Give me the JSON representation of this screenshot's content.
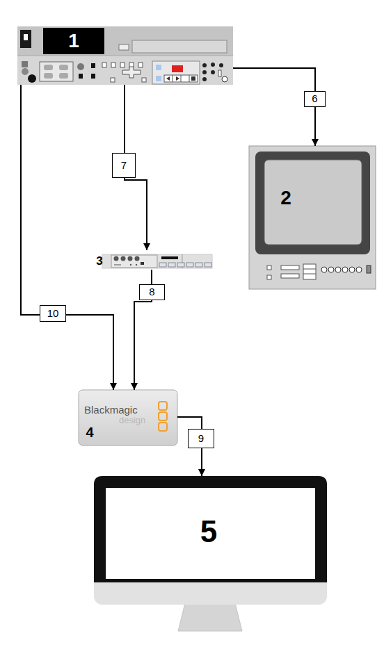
{
  "diagram": {
    "nodes": [
      {
        "text": [
          "1"
        ]
      },
      {
        "text": [
          "2"
        ]
      },
      {
        "text": [
          "3"
        ]
      },
      {
        "text": [
          "Blackmagic",
          "design",
          "4"
        ]
      },
      {
        "text": [
          "5"
        ]
      }
    ],
    "edges": [
      {
        "from": 0,
        "to": 1,
        "label": "6",
        "arrow": "to"
      },
      {
        "from": 0,
        "to": 2,
        "label": "7",
        "arrow": "to"
      },
      {
        "from": 2,
        "to": 3,
        "label": "8",
        "arrow": "to"
      },
      {
        "from": 3,
        "to": 4,
        "label": "9",
        "arrow": "to"
      },
      {
        "from": 0,
        "to": 3,
        "label": "10",
        "arrow": "to"
      }
    ]
  }
}
